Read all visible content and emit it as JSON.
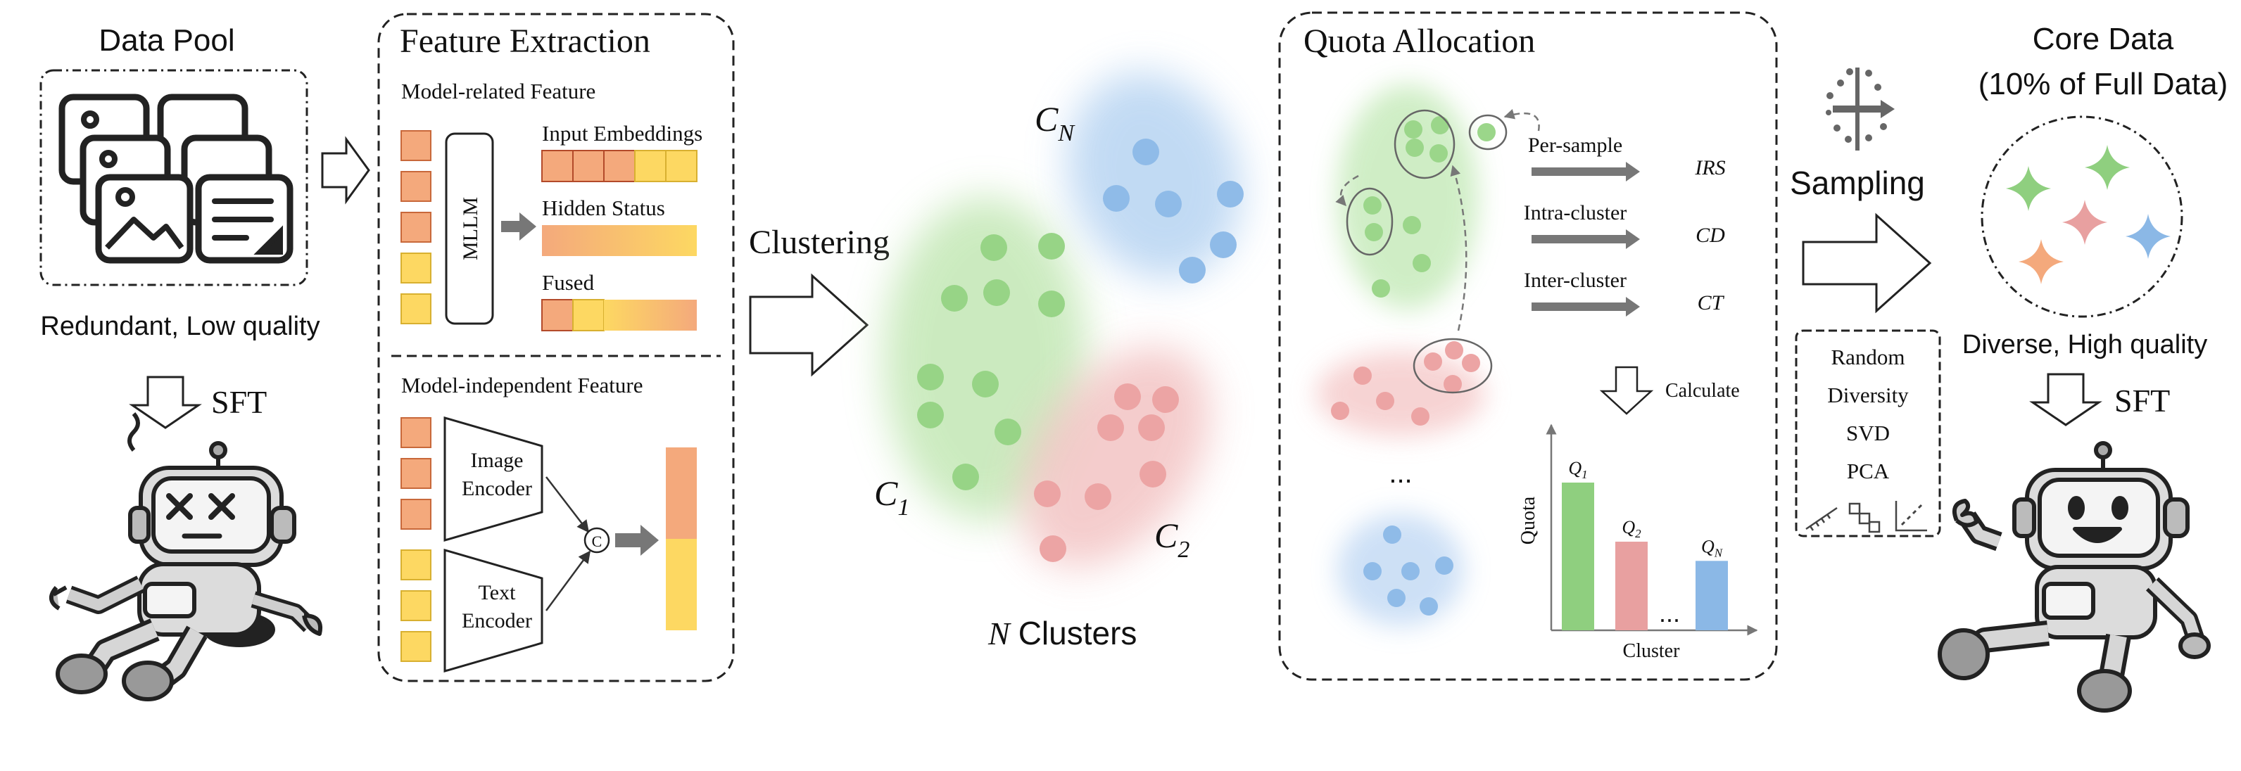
{
  "data_pool": {
    "title": "Data Pool",
    "caption": "Redundant, Low quality",
    "sft_label": "SFT"
  },
  "feature_extraction": {
    "title": "Feature Extraction",
    "model_related": "Model-related Feature",
    "mllm": "MLLM",
    "input_embeddings": "Input Embeddings",
    "hidden_status": "Hidden Status",
    "fused": "Fused",
    "model_independent": "Model-independent Feature",
    "image_encoder_line1": "Image",
    "image_encoder_line2": "Encoder",
    "text_encoder_line1": "Text",
    "text_encoder_line2": "Encoder",
    "concat_symbol": "C"
  },
  "clustering": {
    "label": "Clustering",
    "cluster_n_base": "C",
    "cluster_n_sub": "N",
    "cluster_1_base": "C",
    "cluster_1_sub": "1",
    "cluster_2_base": "C",
    "cluster_2_sub": "2",
    "n_clusters_n": "N",
    "n_clusters_word": "Clusters"
  },
  "quota_allocation": {
    "title": "Quota Allocation",
    "per_sample": "Per-sample",
    "per_sample_metric": "IRS",
    "intra_cluster": "Intra-cluster",
    "intra_cluster_metric": "CD",
    "inter_cluster": "Inter-cluster",
    "inter_cluster_metric": "CT",
    "calculate": "Calculate",
    "ellipsis": "...",
    "bar_ellipsis": "...",
    "axis_y": "Quota",
    "axis_x": "Cluster",
    "q1_base": "Q",
    "q1_sub": "1",
    "q2_base": "Q",
    "q2_sub": "2",
    "qn_base": "Q",
    "qn_sub": "N"
  },
  "sampling": {
    "label": "Sampling",
    "methods": [
      "Random",
      "Diversity",
      "SVD",
      "PCA"
    ]
  },
  "core_data": {
    "title_line1": "Core Data",
    "title_line2": "(10% of Full Data)",
    "caption": "Diverse, High quality",
    "sft_label": "SFT"
  },
  "colors": {
    "green": "#8fcf7f",
    "red": "#e8a0a0",
    "blue": "#8bb8e6",
    "orange": "#f4a97c",
    "yellow": "#fdd862"
  },
  "chart_data": {
    "type": "bar",
    "categories": [
      "Q1",
      "Q2",
      "...",
      "QN"
    ],
    "values": [
      1.0,
      0.6,
      null,
      0.47
    ],
    "xlabel": "Cluster",
    "ylabel": "Quota"
  }
}
